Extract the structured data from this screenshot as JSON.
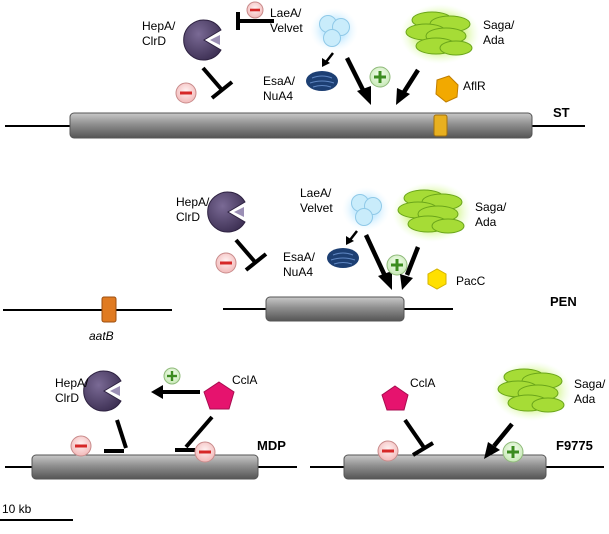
{
  "labels": {
    "hepa": [
      "HepA/",
      "ClrD"
    ],
    "laea": [
      "LaeA/",
      "Velvet"
    ],
    "esaa": [
      "EsaA/",
      "NuA4"
    ],
    "saga": [
      "Saga/",
      "Ada"
    ],
    "aflr": "AflR",
    "pacc": "PacC",
    "ccla": "CclA",
    "aatb": "aatB"
  },
  "panels": {
    "st": "ST",
    "pen": "PEN",
    "mdp": "MDP",
    "f9775": "F9775"
  },
  "signs": {
    "plus": "+",
    "minus": "−"
  },
  "scale_bar": "10 kb",
  "colors": {
    "gene": "#8c8c8c",
    "hepa": "#4b3b63",
    "laea": "#b9e3f7",
    "esaa": "#1d3f73",
    "saga": "#a8dd3c",
    "aflr": "#f2a900",
    "pacc": "#ffe000",
    "ccla": "#e6136e",
    "aatb": "#e07b22",
    "minus": "#d62828",
    "plus": "#3c8c20"
  }
}
